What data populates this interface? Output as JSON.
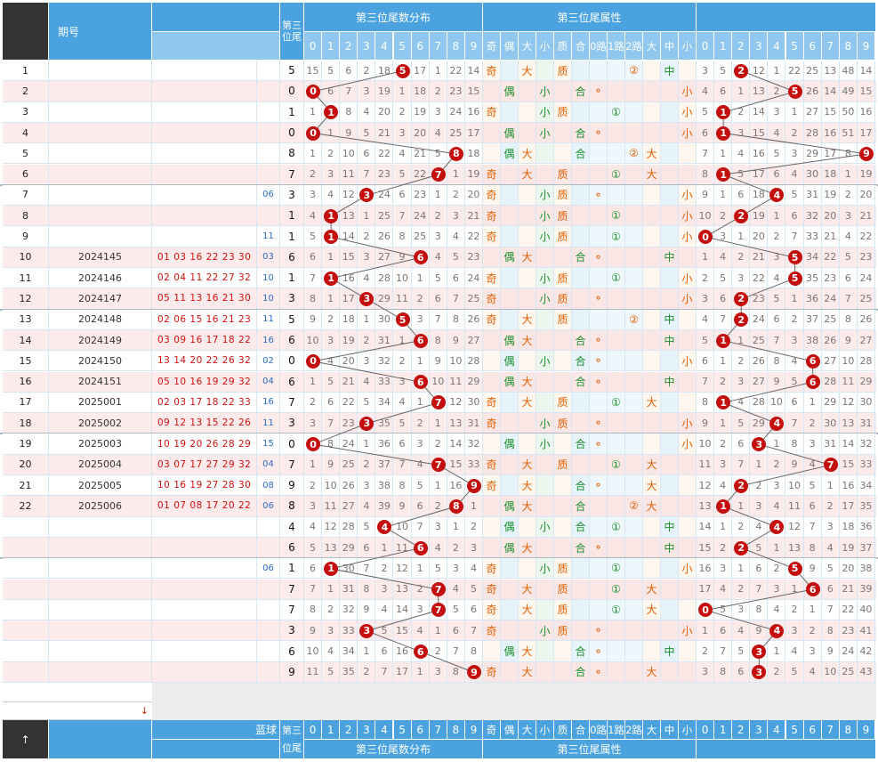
{
  "header": {
    "col_issue": "期号",
    "col_third": "第三位尾",
    "col_third_line2": "",
    "group_dist": "第三位尾数分布",
    "group_attr": "第三位尾属性",
    "digits": [
      "0",
      "1",
      "2",
      "3",
      "4",
      "5",
      "6",
      "7",
      "8",
      "9"
    ],
    "attr_labels": [
      "奇",
      "偶",
      "大",
      "小",
      "质",
      "合",
      "0路",
      "1路",
      "2路",
      "大",
      "中",
      "小"
    ]
  },
  "footer": {
    "blue_label": "蓝球",
    "third_label_a": "第三",
    "third_label_b": "位尾",
    "group_dist": "第三位尾数分布",
    "group_attr": "第三位尾属性",
    "bottom_left": "↑",
    "arrow": "↓"
  },
  "colors": {
    "header_blue": "#4aa3df",
    "ball_red": "#c40e0e",
    "odd_color": "#e06000",
    "even_color": "#1a8f2a",
    "row_pink": "#fdeaea",
    "row_blue": "#e6f3fb"
  },
  "rows": [
    {
      "n": "1",
      "issue": "",
      "balls": "",
      "blue": "",
      "t": 5,
      "miss": [
        15,
        5,
        6,
        2,
        18,
        0,
        17,
        1,
        22,
        14
      ],
      "tr": [
        3,
        5,
        2,
        12,
        1,
        22,
        25,
        13,
        48,
        14
      ],
      "tv": 2
    },
    {
      "n": "2",
      "issue": "",
      "balls": "",
      "blue": "",
      "t": 0,
      "miss": [
        0,
        6,
        7,
        3,
        19,
        1,
        18,
        2,
        23,
        15
      ],
      "tr": [
        4,
        6,
        1,
        13,
        2,
        5,
        26,
        14,
        49,
        15
      ],
      "tv": 5
    },
    {
      "n": "3",
      "issue": "",
      "balls": "",
      "blue": "",
      "t": 1,
      "miss": [
        1,
        0,
        8,
        4,
        20,
        2,
        19,
        3,
        24,
        16
      ],
      "tr": [
        5,
        1,
        2,
        14,
        3,
        1,
        27,
        15,
        50,
        16
      ],
      "tv": 1
    },
    {
      "n": "4",
      "issue": "",
      "balls": "",
      "blue": "",
      "t": 0,
      "miss": [
        0,
        1,
        9,
        5,
        21,
        3,
        20,
        4,
        25,
        17
      ],
      "tr": [
        6,
        1,
        3,
        15,
        4,
        2,
        28,
        16,
        51,
        17
      ],
      "tv": 1
    },
    {
      "n": "5",
      "issue": "",
      "balls": "",
      "blue": "",
      "t": 8,
      "miss": [
        1,
        2,
        10,
        6,
        22,
        4,
        21,
        5,
        0,
        18
      ],
      "tr": [
        7,
        1,
        4,
        16,
        5,
        3,
        29,
        17,
        8,
        18
      ],
      "tv": 9
    },
    {
      "n": "6",
      "issue": "",
      "balls": "",
      "blue": "",
      "t": 7,
      "miss": [
        2,
        3,
        11,
        7,
        23,
        5,
        22,
        0,
        1,
        19
      ],
      "tr": [
        8,
        1,
        5,
        17,
        6,
        4,
        30,
        18,
        1,
        19
      ],
      "tv": 1
    },
    {
      "n": "7",
      "issue": "",
      "balls": "",
      "blue": "06",
      "t": 3,
      "miss": [
        3,
        4,
        12,
        0,
        24,
        6,
        23,
        1,
        2,
        20
      ],
      "tr": [
        9,
        1,
        6,
        18,
        4,
        5,
        31,
        19,
        2,
        20
      ],
      "tv": 4
    },
    {
      "n": "8",
      "issue": "",
      "balls": "",
      "blue": "",
      "t": 1,
      "miss": [
        4,
        0,
        13,
        1,
        25,
        7,
        24,
        2,
        3,
        21
      ],
      "tr": [
        10,
        2,
        2,
        19,
        1,
        6,
        32,
        20,
        3,
        21
      ],
      "tv": 2
    },
    {
      "n": "9",
      "issue": "",
      "balls": "",
      "blue": "11",
      "t": 1,
      "miss": [
        5,
        0,
        14,
        2,
        26,
        8,
        25,
        3,
        4,
        22
      ],
      "tr": [
        0,
        3,
        1,
        20,
        2,
        7,
        33,
        21,
        4,
        22
      ],
      "tv": 0
    },
    {
      "n": "10",
      "issue": "2024145",
      "balls": "01 03 16 22 23 30",
      "blue": "03",
      "t": 6,
      "miss": [
        6,
        1,
        15,
        3,
        27,
        9,
        0,
        4,
        5,
        23
      ],
      "tr": [
        1,
        4,
        2,
        21,
        3,
        5,
        34,
        22,
        5,
        23
      ],
      "tv": 5
    },
    {
      "n": "11",
      "issue": "2024146",
      "balls": "02 04 11 22 27 32",
      "blue": "10",
      "t": 1,
      "miss": [
        7,
        0,
        16,
        4,
        28,
        10,
        1,
        5,
        6,
        24
      ],
      "tr": [
        2,
        5,
        3,
        22,
        4,
        5,
        35,
        23,
        6,
        24
      ],
      "tv": 5
    },
    {
      "n": "12",
      "issue": "2024147",
      "balls": "05 11 13 16 21 30",
      "blue": "10",
      "t": 3,
      "miss": [
        8,
        1,
        17,
        0,
        29,
        11,
        2,
        6,
        7,
        25
      ],
      "tr": [
        3,
        6,
        2,
        23,
        5,
        1,
        36,
        24,
        7,
        25
      ],
      "tv": 2
    },
    {
      "n": "13",
      "issue": "2024148",
      "balls": "02 06 15 16 21 23",
      "blue": "11",
      "t": 5,
      "miss": [
        9,
        2,
        18,
        1,
        30,
        0,
        3,
        7,
        8,
        26
      ],
      "tr": [
        4,
        7,
        2,
        24,
        6,
        2,
        37,
        25,
        8,
        26
      ],
      "tv": 2
    },
    {
      "n": "14",
      "issue": "2024149",
      "balls": "03 09 16 17 18 22",
      "blue": "16",
      "t": 6,
      "miss": [
        10,
        3,
        19,
        2,
        31,
        1,
        0,
        8,
        9,
        27
      ],
      "tr": [
        5,
        1,
        1,
        25,
        7,
        3,
        38,
        26,
        9,
        27
      ],
      "tv": 1
    },
    {
      "n": "15",
      "issue": "2024150",
      "balls": "13 14 20 22 26 32",
      "blue": "02",
      "t": 0,
      "miss": [
        0,
        4,
        20,
        3,
        32,
        2,
        1,
        9,
        10,
        28
      ],
      "tr": [
        6,
        1,
        2,
        26,
        8,
        4,
        6,
        27,
        10,
        28
      ],
      "tv": 6
    },
    {
      "n": "16",
      "issue": "2024151",
      "balls": "05 10 16 19 29 32",
      "blue": "04",
      "t": 6,
      "miss": [
        1,
        5,
        21,
        4,
        33,
        3,
        0,
        10,
        11,
        29
      ],
      "tr": [
        7,
        2,
        3,
        27,
        9,
        5,
        6,
        28,
        11,
        29
      ],
      "tv": 6
    },
    {
      "n": "17",
      "issue": "2025001",
      "balls": "02 03 17 18 22 33",
      "blue": "16",
      "t": 7,
      "miss": [
        2,
        6,
        22,
        5,
        34,
        4,
        1,
        0,
        12,
        30
      ],
      "tr": [
        8,
        1,
        4,
        28,
        10,
        6,
        1,
        29,
        12,
        30
      ],
      "tv": 1
    },
    {
      "n": "18",
      "issue": "2025002",
      "balls": "09 12 13 15 22 26",
      "blue": "11",
      "t": 3,
      "miss": [
        3,
        7,
        23,
        0,
        35,
        5,
        2,
        1,
        13,
        31
      ],
      "tr": [
        9,
        1,
        5,
        29,
        4,
        7,
        2,
        30,
        13,
        31
      ],
      "tv": 4
    },
    {
      "n": "19",
      "issue": "2025003",
      "balls": "10 19 20 26 28 29",
      "blue": "15",
      "t": 0,
      "miss": [
        0,
        8,
        24,
        1,
        36,
        6,
        3,
        2,
        14,
        32
      ],
      "tr": [
        10,
        2,
        6,
        3,
        1,
        8,
        3,
        31,
        14,
        32
      ],
      "tv": 3
    },
    {
      "n": "20",
      "issue": "2025004",
      "balls": "03 07 17 27 29 32",
      "blue": "04",
      "t": 7,
      "miss": [
        1,
        9,
        25,
        2,
        37,
        7,
        4,
        0,
        15,
        33
      ],
      "tr": [
        11,
        3,
        7,
        1,
        2,
        9,
        4,
        7,
        15,
        33
      ],
      "tv": 7
    },
    {
      "n": "21",
      "issue": "2025005",
      "balls": "10 16 19 27 28 30",
      "blue": "08",
      "t": 9,
      "miss": [
        2,
        10,
        26,
        3,
        38,
        8,
        5,
        1,
        16,
        0
      ],
      "tr": [
        12,
        4,
        2,
        2,
        3,
        10,
        5,
        1,
        16,
        34
      ],
      "tv": 2
    },
    {
      "n": "22",
      "issue": "2025006",
      "balls": "01 07 08 17 20 22",
      "blue": "06",
      "t": 8,
      "miss": [
        3,
        11,
        27,
        4,
        39,
        9,
        6,
        2,
        0,
        1
      ],
      "tr": [
        13,
        1,
        1,
        3,
        4,
        11,
        6,
        2,
        17,
        35
      ],
      "tv": 1
    },
    {
      "n": "",
      "issue": "",
      "balls": "",
      "blue": "",
      "t": 4,
      "miss": [
        4,
        12,
        28,
        5,
        0,
        10,
        7,
        3,
        1,
        2
      ],
      "tr": [
        14,
        1,
        2,
        4,
        4,
        12,
        7,
        3,
        18,
        36
      ],
      "tv": 4
    },
    {
      "n": "",
      "issue": "",
      "balls": "",
      "blue": "",
      "t": 6,
      "miss": [
        5,
        13,
        29,
        6,
        1,
        11,
        0,
        4,
        2,
        3
      ],
      "tr": [
        15,
        2,
        2,
        5,
        1,
        13,
        8,
        4,
        19,
        37
      ],
      "tv": 2
    },
    {
      "n": "",
      "issue": "",
      "balls": "",
      "blue": "06",
      "t": 1,
      "miss": [
        6,
        0,
        30,
        7,
        2,
        12,
        1,
        5,
        3,
        4
      ],
      "tr": [
        16,
        3,
        1,
        6,
        2,
        5,
        9,
        5,
        20,
        38
      ],
      "tv": 5
    },
    {
      "n": "",
      "issue": "",
      "balls": "",
      "blue": "",
      "t": 7,
      "miss": [
        7,
        1,
        31,
        8,
        3,
        13,
        2,
        0,
        4,
        5
      ],
      "tr": [
        17,
        4,
        2,
        7,
        3,
        1,
        6,
        6,
        21,
        39
      ],
      "tv": 6
    },
    {
      "n": "",
      "issue": "",
      "balls": "",
      "blue": "",
      "t": 7,
      "miss": [
        8,
        2,
        32,
        9,
        4,
        14,
        3,
        0,
        5,
        6
      ],
      "tr": [
        0,
        5,
        3,
        8,
        4,
        2,
        1,
        7,
        22,
        40
      ],
      "tv": 0
    },
    {
      "n": "",
      "issue": "",
      "balls": "",
      "blue": "",
      "t": 3,
      "miss": [
        9,
        3,
        33,
        0,
        5,
        15,
        4,
        1,
        6,
        7
      ],
      "tr": [
        1,
        6,
        4,
        9,
        4,
        3,
        2,
        8,
        23,
        41
      ],
      "tv": 4
    },
    {
      "n": "",
      "issue": "",
      "balls": "",
      "blue": "",
      "t": 6,
      "miss": [
        10,
        4,
        34,
        1,
        6,
        16,
        0,
        2,
        7,
        8
      ],
      "tr": [
        2,
        7,
        5,
        3,
        1,
        4,
        3,
        9,
        24,
        42
      ],
      "tv": 3
    },
    {
      "n": "",
      "issue": "",
      "balls": "",
      "blue": "",
      "t": 9,
      "miss": [
        11,
        5,
        35,
        2,
        7,
        17,
        1,
        3,
        8,
        0
      ],
      "tr": [
        3,
        8,
        6,
        3,
        2,
        5,
        4,
        10,
        25,
        43
      ],
      "tv": 3
    }
  ]
}
